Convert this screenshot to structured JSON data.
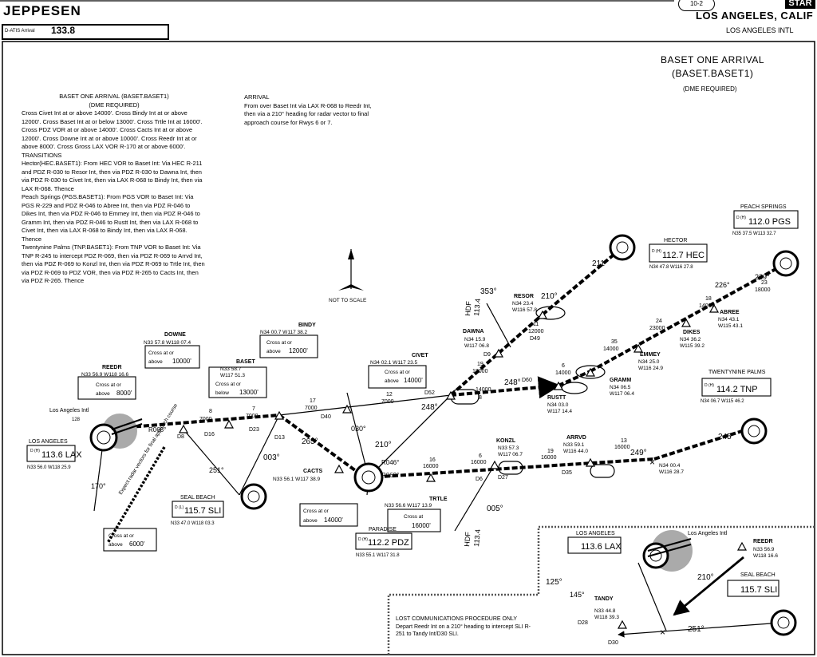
{
  "header": {
    "brand": "JEPPESEN",
    "atis_label": "D-ATIS Arrival",
    "atis_freq": "133.8",
    "chart_number": "10-2",
    "chart_type": "STAR",
    "city": "LOS ANGELES, CALIF",
    "airport": "LOS ANGELES INTL",
    "procedure_title": "BASET ONE ARRIVAL",
    "procedure_code": "(BASET.BASET1)",
    "dme_note": "(DME REQUIRED)"
  },
  "description": {
    "title": "BASET ONE ARRIVAL (BASET.BASET1)",
    "dme": "(DME REQUIRED)",
    "crossing": "Cross Civet Int at or above 14000'. Cross Bindy Int at or above 12000'. Cross Baset Int at or below 13000'. Cross Trtle Int at 16000'. Cross PDZ VOR at or above 14000'. Cross Cacts Int at or above 12000'. Cross Downe Int at or above 10000'. Cross Reedr Int at or above 8000'. Cross Gross LAX VOR R-170 at or above 6000'.",
    "transitions_title": "TRANSITIONS",
    "hector": "Hector(HEC.BASET1): From HEC VOR to Baset Int: Via HEC R-211 and PDZ R-030 to Resor Int, then via PDZ R-030 to Dawna Int, then via PDZ R-030 to Civet Int, then via LAX R-068 to Bindy Int, then via LAX R-068. Thence",
    "peach": "Peach Springs (PGS.BASET1): From PGS VOR to Baset Int: Via PGS R-229 and PDZ R-046 to Abree Int, then via PDZ R-046 to Dikes Int, then via PDZ R-046 to Emmey Int, then via PDZ R-046 to Gramm Int, then via PDZ R-046 to Rustt Int, then via LAX R-068 to Civet Int, then via LAX R-068 to Bindy Int, then via LAX R-068. Thence",
    "twenty": "Twentynine Palms (TNP.BASET1): From TNP VOR to Baset Int: Via TNP R-245 to intercept PDZ R-069, then via PDZ R-069 to Arrvd Int, then via PDZ R-069 to Konzl Int, then via PDZ R-069 to Trtle Int, then via PDZ R-069 to PDZ VOR, then via PDZ R-265 to Cacts Int, then via PDZ R-265. Thence"
  },
  "arrival": {
    "title": "ARRIVAL",
    "text": "From over Baset Int via LAX R-068 to Reedr Int, then via a 210° heading for radar vector to final approach course for Rwys 6 or 7."
  },
  "lost_comm": {
    "title": "LOST COMMUNICATIONS PROCEDURE ONLY",
    "text": "Depart Reedr Int on a 210° heading to intercept SLI R-251 to Tandy Int/D30 SLI."
  },
  "north_label": "NOT TO SCALE",
  "airport_label": "Los Angeles Intl",
  "airport_elev": "128",
  "navaids": {
    "lax": {
      "name": "LOS ANGELES",
      "freq": "113.6 LAX",
      "ch": "D (H)",
      "coord": "N33 56.0 W118 25.9"
    },
    "sli": {
      "name": "SEAL BEACH",
      "freq": "115.7 SLI",
      "ch": "D (L)",
      "coord": "N33 47.0 W118 03.3"
    },
    "pdz": {
      "name": "PARADISE",
      "freq": "112.2 PDZ",
      "ch": "D (H)",
      "coord": "N33 55.1 W117 31.8"
    },
    "hec": {
      "name": "HECTOR",
      "freq": "112.7 HEC",
      "ch": "D (H)",
      "coord": "N34 47.8 W116 27.8"
    },
    "pgs": {
      "name": "PEACH SPRINGS",
      "freq": "112.0 PGS",
      "ch": "D (H)",
      "coord": "N35 37.5 W113 32.7"
    },
    "tnp": {
      "name": "TWENTYNINE PALMS",
      "freq": "114.2 TNP",
      "ch": "D (H)",
      "coord": "N34 06.7 W115 46.2"
    },
    "hdf_label": "HDF",
    "hdf_freq": "113.4"
  },
  "fixes": {
    "downe": {
      "name": "DOWNE",
      "coord": "N33 57.8 W118 07.4",
      "cross1": "Cross at or",
      "cross2": "above",
      "alt": "10000'"
    },
    "bindy": {
      "name": "BINDY",
      "coord": "N34 00.7 W117 38.2",
      "cross1": "Cross at or",
      "cross2": "above",
      "alt": "12000'"
    },
    "baset": {
      "name": "BASET",
      "lat": "N33 58.7",
      "lon": "W117 51.3",
      "cross1": "Cross at or",
      "cross2": "below",
      "alt": "13000'"
    },
    "reedr": {
      "name": "REEDR",
      "coord": "N33 56.9 W118 16.6",
      "cross1": "Cross at or",
      "cross2": "above",
      "alt": "8000'"
    },
    "civet": {
      "name": "CIVET",
      "coord": "N34 02.1 W117 23.5",
      "cross1": "Cross at or",
      "cross2": "above",
      "alt": "14000'"
    },
    "cacts": {
      "name": "CACTS",
      "coord": "N33 56.1 W117 38.9",
      "cross1": "Cross at or",
      "cross2": "above",
      "alt": "14000'"
    },
    "trtle": {
      "name": "TRTLE",
      "coord": "N33 56.6 W117 13.9",
      "cross1": "Cross at",
      "alt": "16000'"
    },
    "konzl": {
      "name": "KONZL",
      "lat": "N33 57.3",
      "lon": "W117 06.7"
    },
    "arrvd": {
      "name": "ARRVD",
      "lat": "N33 59.1",
      "lon": "W116 44.0"
    },
    "rustt": {
      "name": "RUSTT",
      "lat": "N34 03.0",
      "lon": "W117 14.4"
    },
    "gramm": {
      "name": "GRAMM",
      "lat": "N34 06.5",
      "lon": "W117 06.4"
    },
    "emmey": {
      "name": "EMMEY",
      "lat": "N34 25.0",
      "lon": "W116 24.9"
    },
    "dikes": {
      "name": "DIKES",
      "lat": "N34 36.2",
      "lon": "W115 39.2"
    },
    "abree": {
      "name": "ABREE",
      "lat": "N34 43.1",
      "lon": "W115 43.1"
    },
    "dawna": {
      "name": "DAWNA",
      "lat": "N34 15.9",
      "lon": "W117 06.8"
    },
    "resor": {
      "name": "RESOR",
      "lat": "N34 23.4",
      "lon": "W116 57.8"
    },
    "tandy": {
      "name": "TANDY",
      "lat": "N33 44.8",
      "lon": "W118 39.3"
    },
    "tnp_int": {
      "lat": "N34 00.4",
      "lon": "W116 28.7"
    },
    "reedr_inset": {
      "name": "REEDR",
      "lat": "N33 56.9",
      "lon": "W118 16.6"
    },
    "cross_6000": {
      "cross1": "Cross at or",
      "cross2": "above",
      "alt": "6000'"
    }
  },
  "legs": {
    "l8": "8",
    "l7000a": "7000",
    "l7": "7",
    "l7000b": "7000",
    "l17": "17",
    "l7000c": "7000",
    "l12": "12",
    "l7000d": "7000",
    "l16a": "16",
    "l16000a": "16000",
    "l6": "6",
    "l16000b": "16000",
    "l19": "19",
    "l16000c": "16000",
    "l13": "13",
    "l16000d": "16000",
    "l8b": "8",
    "l14000": "14000",
    "l6b": "6",
    "l14000b": "14000",
    "l35": "35",
    "l14000c": "14000",
    "l24": "24",
    "l23000": "23000",
    "l18": "18",
    "l14000d": "14000",
    "l19b": "19",
    "l18000": "18000",
    "l11": "11",
    "l12000": "12000",
    "l23": "23",
    "l18000b": "18000"
  },
  "headings": {
    "h068": "R068°",
    "h248a": "248°",
    "h248b": "248°",
    "h249": "249°",
    "h245": "245°",
    "h229": "229°",
    "h226": "226°",
    "h210a": "210°",
    "h210b": "210°",
    "h211": "211°",
    "h353": "353°",
    "h005": "005°",
    "h046": "R046°",
    "h069": "R069°",
    "h265": "265°",
    "h003": "003°",
    "h251": "251°",
    "h170": "170°",
    "h251b": "251°",
    "h145": "145°",
    "h125": "125°",
    "h030": "030°"
  },
  "dmes": {
    "d8": "D8",
    "d16": "D16",
    "d23": "D23",
    "d13": "D13",
    "d40": "D40",
    "d52": "D52",
    "d60": "D60",
    "d6": "D6",
    "d27": "D27",
    "d35": "D35",
    "d30": "D30",
    "d28": "D28",
    "d49": "D49",
    "d9": "D9"
  },
  "radar_note": "Expect radar vectors for final approach course",
  "inset": {
    "lax_name": "LOS ANGELES",
    "lax_freq": "113.6 LAX",
    "sli_name": "SEAL BEACH",
    "sli_freq": "115.7 SLI"
  }
}
